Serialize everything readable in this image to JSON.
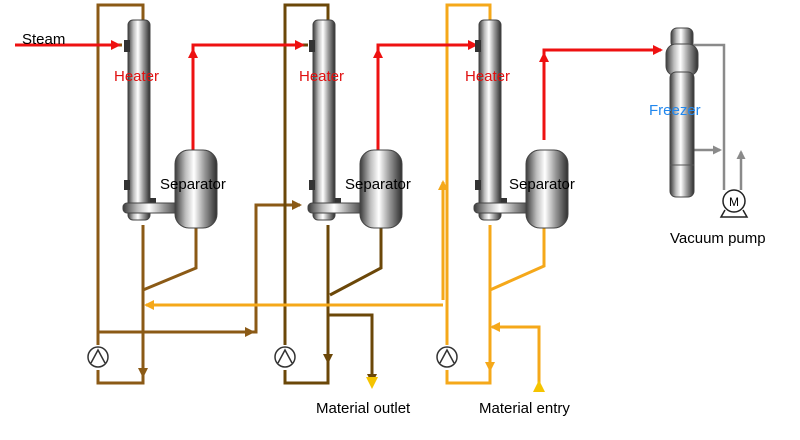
{
  "labels": {
    "steam": "Steam",
    "heater": "Heater",
    "separator": "Separator",
    "freezer": "Freezer",
    "vacuum_pump": "Vacuum pump",
    "pump_motor": "M",
    "material_outlet": "Material outlet",
    "material_entry": "Material entry"
  },
  "colors": {
    "steam_vapor": "#ee1111",
    "stage1_liquid": "#8b5a16",
    "stage2_liquid": "#6b4708",
    "stage3_liquid": "#f5a81a",
    "vacuum_line": "#8a8a8a",
    "heater_label": "#e01010",
    "freezer_label": "#2288ee"
  },
  "icons": {
    "pump": "circulation-pump-icon",
    "motor": "vacuum-motor-icon"
  }
}
